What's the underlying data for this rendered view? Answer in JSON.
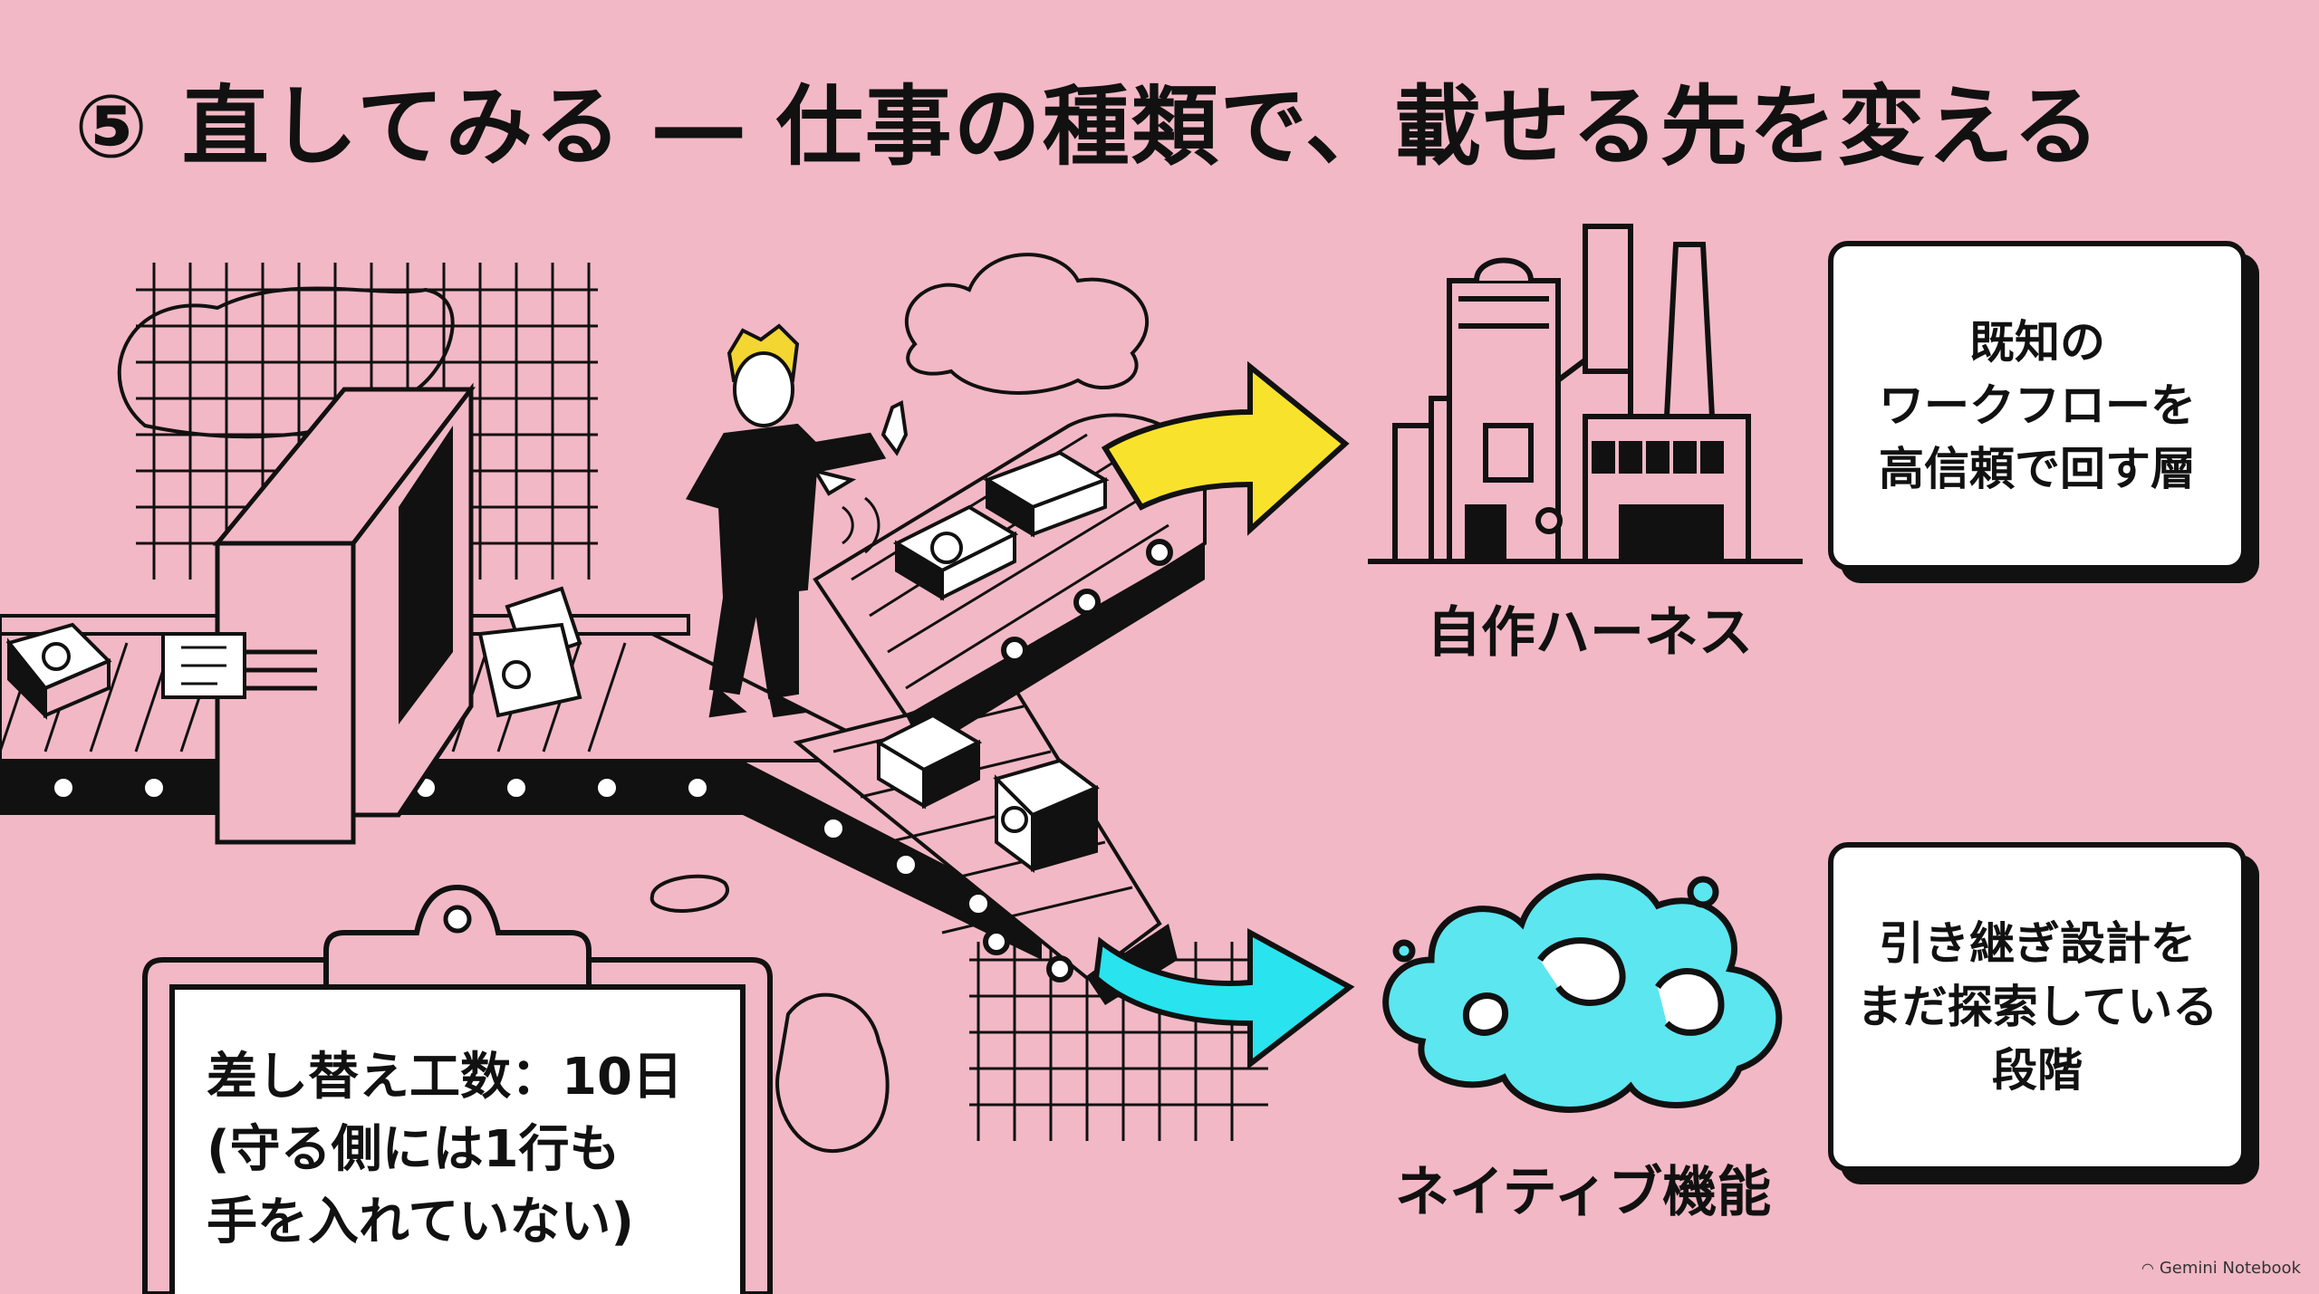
{
  "title": "⑤ 直してみる ― 仕事の種類で、載せる先を変える",
  "factory": {
    "label": "自作ハーネス",
    "description": "既知の\nワークフローを\n高信頼で回す層"
  },
  "cloud": {
    "label": "ネイティブ機能",
    "description": "引き継ぎ設計を\nまだ探索している\n段階"
  },
  "clipboard": {
    "text": "差し替え工数：10日\n(守る側には1行も\n手を入れていない)"
  },
  "brand": "Gemini Notebook",
  "colors": {
    "background": "#F2B8C6",
    "arrow_top": "#F9E22C",
    "arrow_bottom": "#29E3EE",
    "cloud": "#5CE6F0"
  }
}
